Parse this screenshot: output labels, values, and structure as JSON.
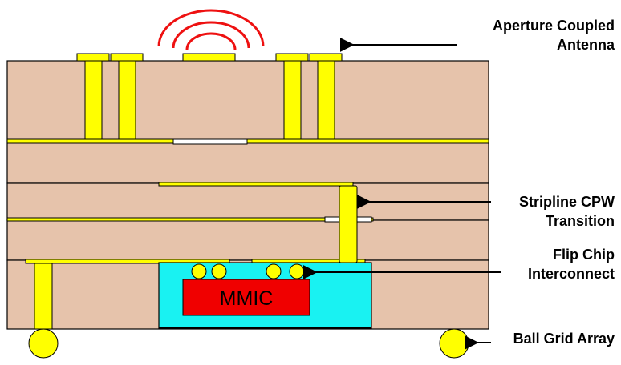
{
  "labels": {
    "antenna_line1": "Aperture Coupled",
    "antenna_line2": "Antenna",
    "stripline_line1": "Stripline CPW",
    "stripline_line2": "Transition",
    "flipchip_line1": "Flip Chip",
    "flipchip_line2": "Interconnect",
    "bga": "Ball Grid Array",
    "mmic": "MMIC"
  },
  "colors": {
    "substrate": "#e6c3ab",
    "metal": "#ffff00",
    "cavity": "#19f2f2",
    "mmic": "#f00000",
    "radiation": "#ee1111",
    "outline": "#000000"
  },
  "icons": [
    "radiation-waves-icon",
    "arrow-left-icon"
  ]
}
